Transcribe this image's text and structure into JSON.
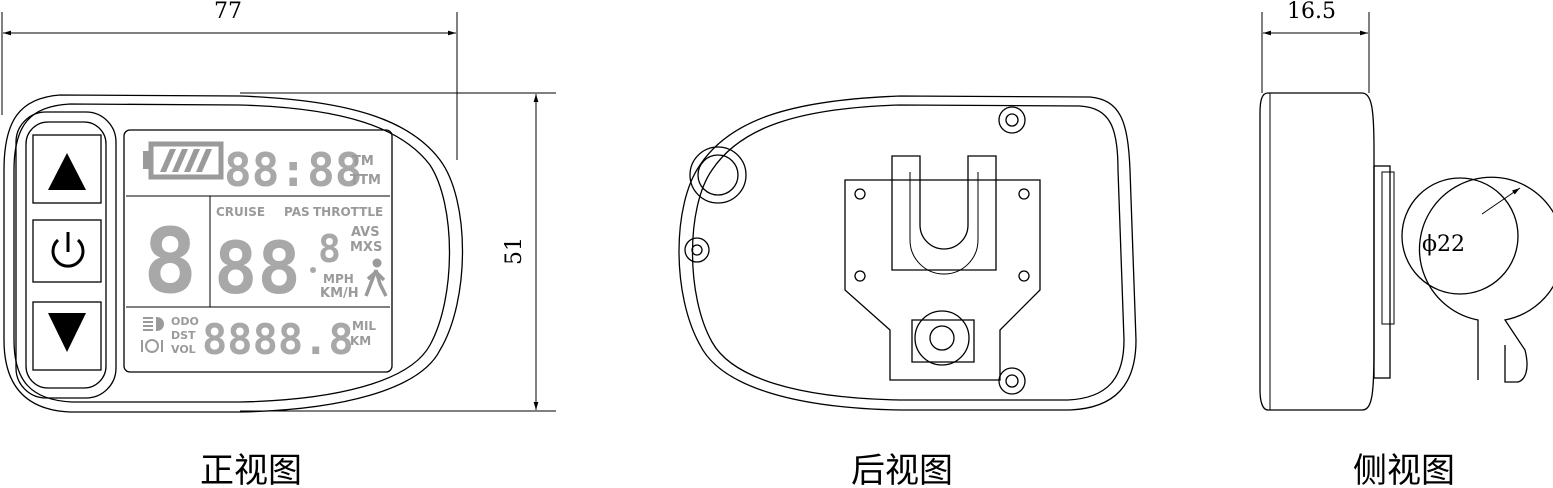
{
  "dimensions": {
    "width": "77",
    "height": "51",
    "depth": "16.5",
    "diameter": "ϕ22"
  },
  "captions": {
    "front": "正视图",
    "back": "后视图",
    "side": "侧视图"
  },
  "lcd": {
    "clock": "88:88",
    "tm": "TM",
    "ttm": "TTM",
    "level": "8",
    "speed": "88",
    "speed_small": "8",
    "cruise": "CRUISE",
    "pas": "PAS",
    "throttle": "THROTTLE",
    "avs": "AVS",
    "mxs": "MXS",
    "mph": "MPH",
    "kmh": "KM/H",
    "odo": "ODO",
    "dst": "DST",
    "vol": "VOL",
    "odometer": "8888.8",
    "mil": "MIL",
    "km": "KM"
  },
  "buttons": {
    "up_icon": "triangle-up",
    "power_icon": "power",
    "down_icon": "triangle-down"
  }
}
